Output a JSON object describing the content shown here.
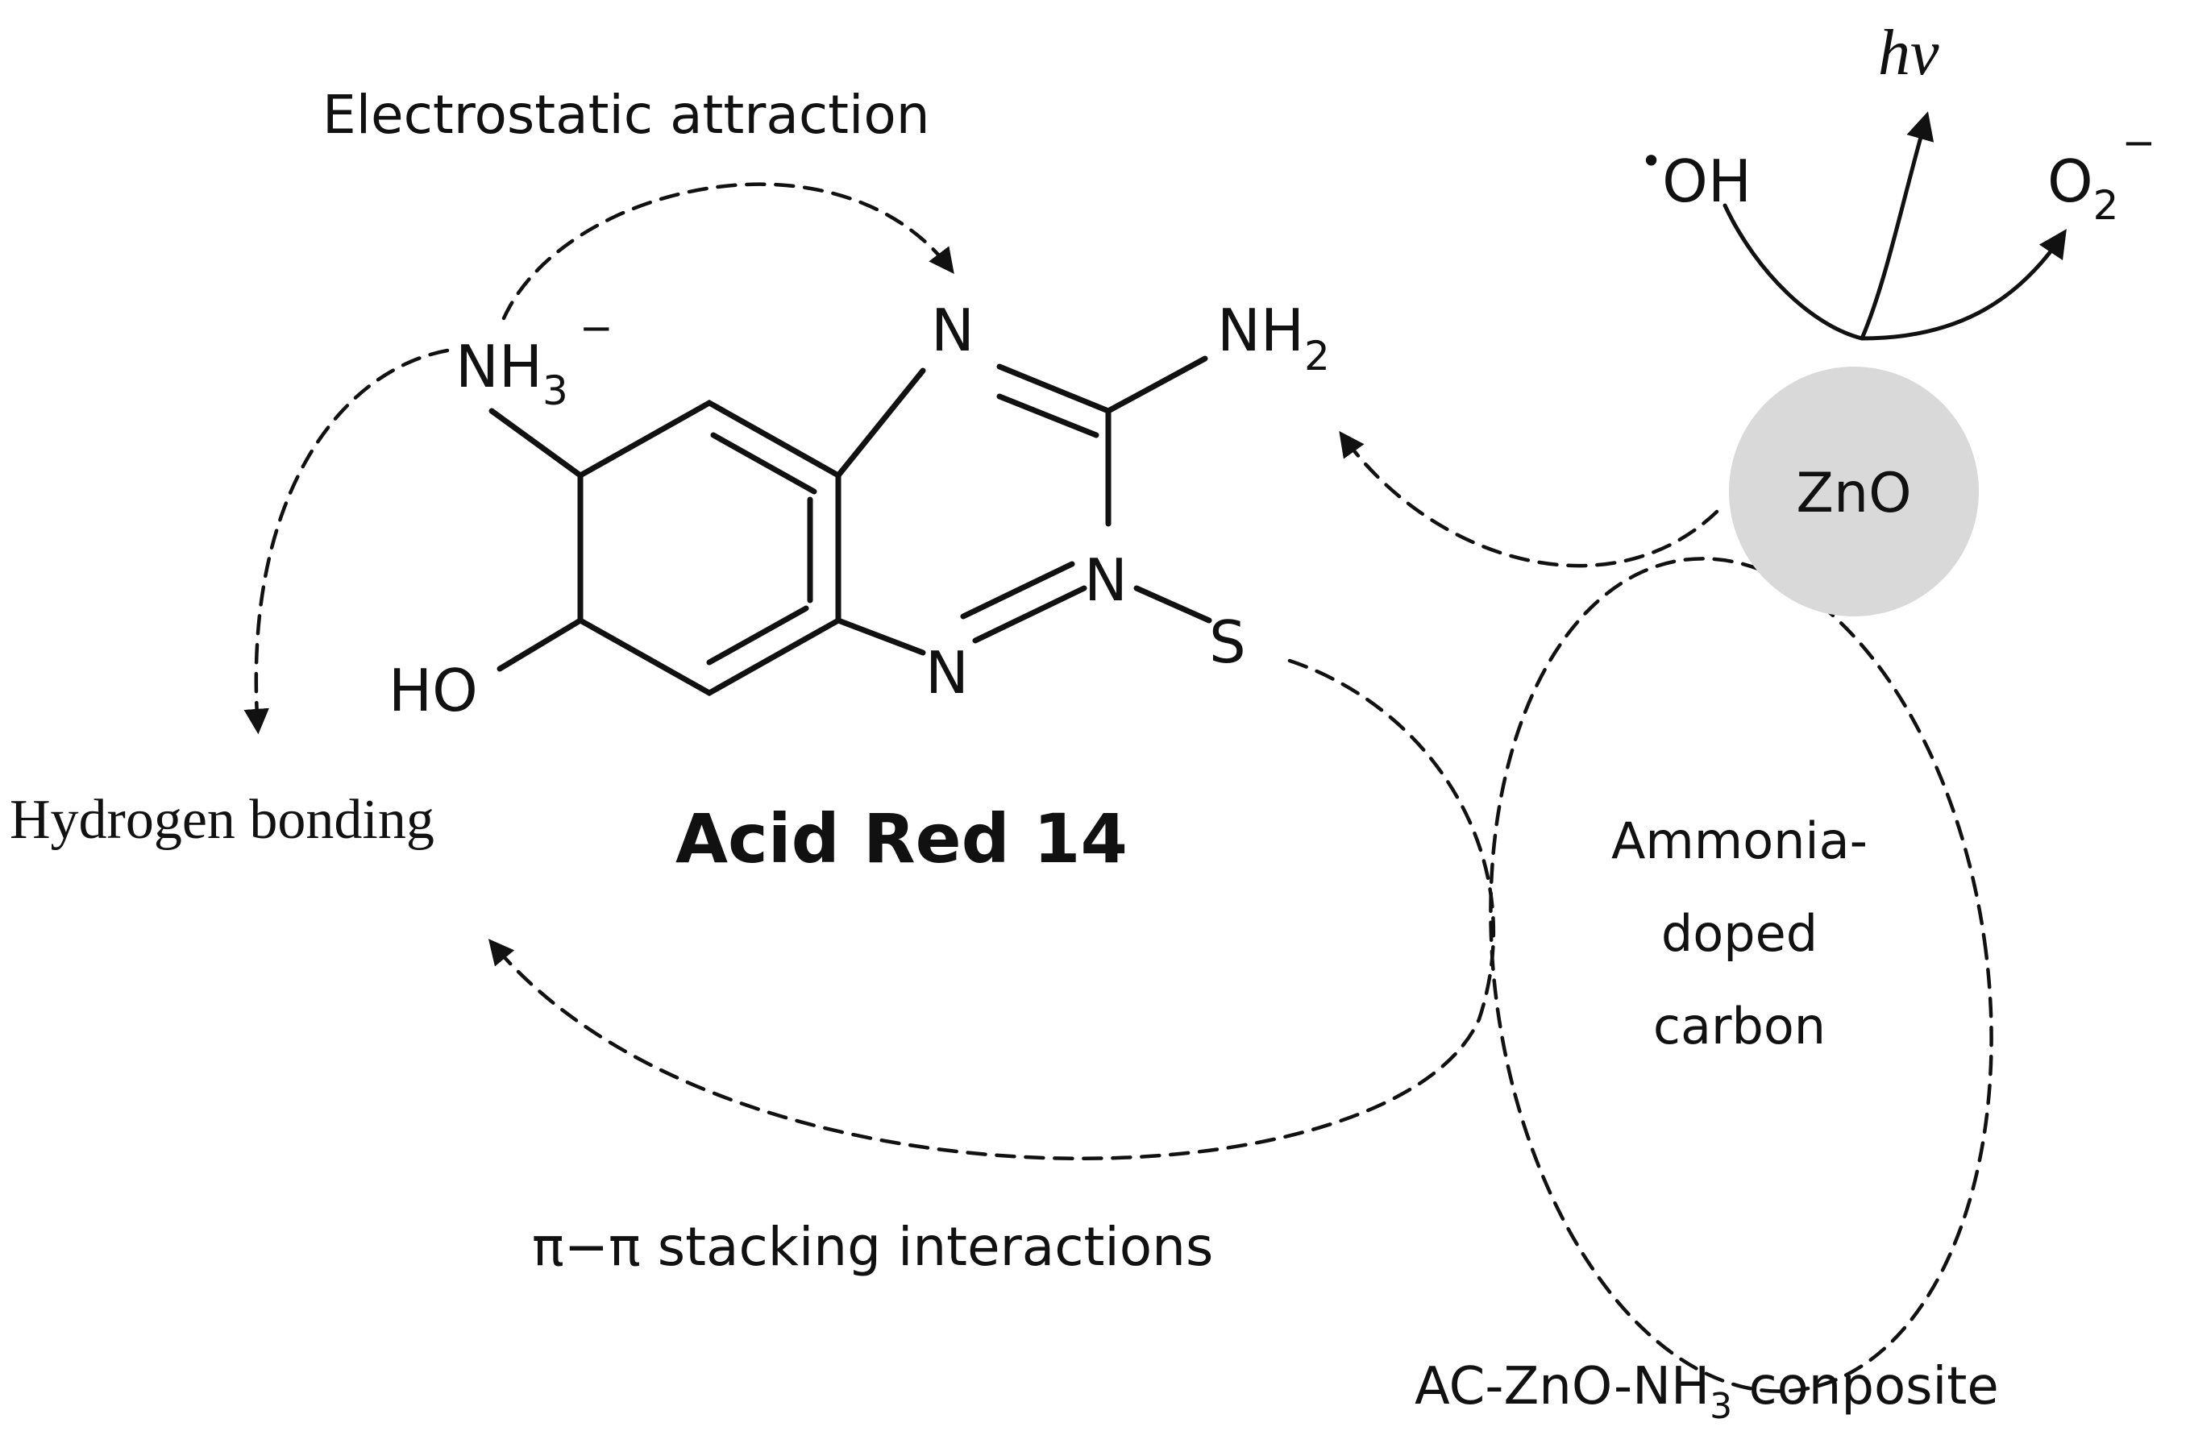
{
  "interactions": {
    "electrostatic": "Electrostatic attraction",
    "hydrogen": "Hydrogen bonding",
    "pi_stacking": "π−π stacking interactions"
  },
  "molecule": {
    "name": "Acid Red 14",
    "atoms": {
      "nh3": "NH",
      "nh3_sub": "3",
      "nh3_charge": "−",
      "nh2": "NH",
      "nh2_sub": "2",
      "n_top": "N",
      "n_right": "N",
      "n_bottom": "N",
      "s": "S",
      "ho": "HO"
    }
  },
  "photocatalysis": {
    "hv": "hν",
    "oh_dot": "•",
    "oh": "OH",
    "o2": "O",
    "o2_sub": "2",
    "o2_charge": "−",
    "zno": "ZnO"
  },
  "composite": {
    "carbon_line1": "Ammonia-",
    "carbon_line2": "doped",
    "carbon_line3": "carbon",
    "label_prefix": "AC-ZnO-NH",
    "label_sub": "3",
    "label_suffix": " conposite"
  },
  "colors": {
    "ink": "#111111",
    "zno_fill": "#d9d9d9"
  }
}
